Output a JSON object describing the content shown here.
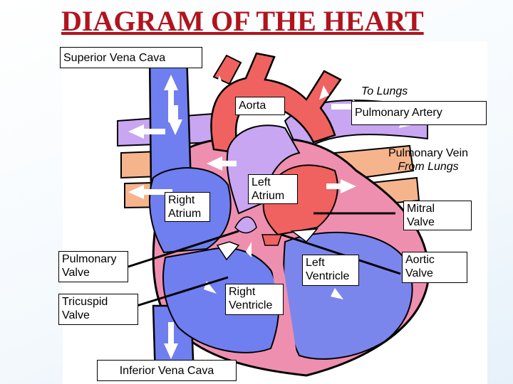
{
  "title": "DIAGRAM OF THE HEART",
  "labels": {
    "superior_vena_cava": "Superior Vena Cava",
    "aorta": "Aorta",
    "to_lungs": "To Lungs",
    "pulmonary_artery": "Pulmonary Artery",
    "pulmonary_vein_line1": "Pulmonary Vein",
    "pulmonary_vein_line2": "From Lungs",
    "right_atrium_line1": "Right",
    "right_atrium_line2": "Atrium",
    "left_atrium_line1": "Left",
    "left_atrium_line2": "Atrium",
    "mitral_valve_line1": "Mitral",
    "mitral_valve_line2": "Valve",
    "pulmonary_valve_line1": "Pulmonary",
    "pulmonary_valve_line2": "Valve",
    "left_ventricle_line1": "Left",
    "left_ventricle_line2": "Ventricle",
    "aortic_valve_line1": "Aortic",
    "aortic_valve_line2": "Valve",
    "tricuspid_valve_line1": "Tricuspid",
    "tricuspid_valve_line2": "Valve",
    "right_ventricle_line1": "Right",
    "right_ventricle_line2": "Ventricle",
    "inferior_vena_cava": "Inferior Vena Cava"
  },
  "colors": {
    "title": "#b0141d",
    "oxygenated": "#f0625f",
    "deoxygenated": "#6f7ff0",
    "pulmonary": "#c8a6f2",
    "vein_from_lungs": "#f6b48c",
    "wall": "#ef8fb0"
  }
}
